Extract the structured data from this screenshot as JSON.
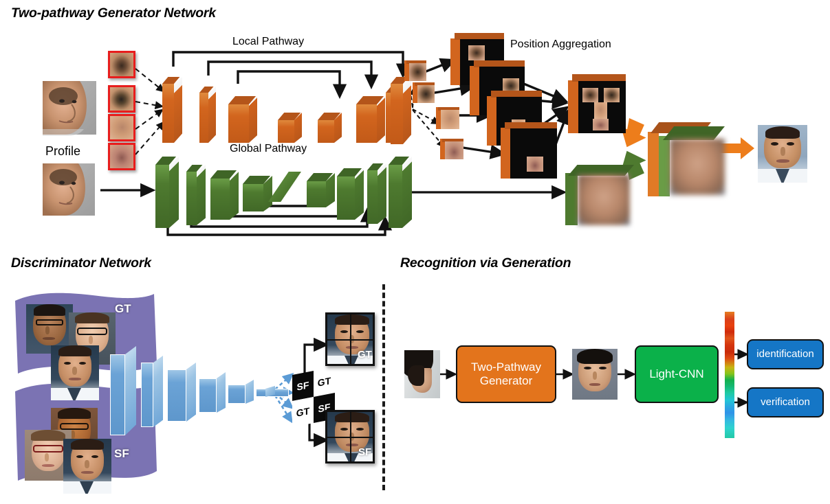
{
  "figure": {
    "kind": "neural-network-architecture-diagram",
    "background": "#ffffff"
  },
  "sections": {
    "generator": {
      "title": "Two-pathway Generator Network",
      "labels": {
        "local_pathway": "Local Pathway",
        "global_pathway": "Global Pathway",
        "position_aggregation": "Position Aggregation",
        "profile": "Profile"
      },
      "local_patches": [
        "left-eye-patch",
        "right-eye-patch",
        "nose-patch",
        "mouth-patch"
      ],
      "local_blocks": [
        {
          "w": 17,
          "h": 96,
          "d": 13
        },
        {
          "w": 13,
          "h": 74,
          "d": 12
        },
        {
          "w": 30,
          "h": 58,
          "d": 14
        },
        {
          "w": 22,
          "h": 30,
          "d": 13
        },
        {
          "w": 22,
          "h": 30,
          "d": 13
        },
        {
          "w": 30,
          "h": 58,
          "d": 14
        },
        {
          "w": 13,
          "h": 74,
          "d": 12
        },
        {
          "w": 17,
          "h": 96,
          "d": 13
        }
      ],
      "global_blocks": [
        {
          "w": 19,
          "h": 104,
          "d": 16
        },
        {
          "w": 14,
          "h": 82,
          "d": 14
        },
        {
          "w": 28,
          "h": 66,
          "d": 14
        },
        {
          "w": 30,
          "h": 44,
          "d": 14
        },
        {
          "w": 10,
          "h": 20,
          "d": 30
        },
        {
          "w": 28,
          "h": 42,
          "d": 14
        },
        {
          "w": 26,
          "h": 68,
          "d": 14
        },
        {
          "w": 14,
          "h": 82,
          "d": 14
        },
        {
          "w": 19,
          "h": 104,
          "d": 16
        }
      ],
      "aggregation_maps": [
        "eye-left-map",
        "eye-right-map",
        "nose-map",
        "mouth-map"
      ],
      "fused_map": "aggregated-parts-map",
      "colors": {
        "local_orange_face": "#d2651e",
        "local_orange_top": "#b4551a",
        "global_green_face": "#4e7a2f",
        "global_green_top": "#3f6526",
        "arrow_orange": "#ed7d1b",
        "arrow_green": "#4e7a2f"
      }
    },
    "discriminator": {
      "title": "Discriminator Network",
      "input_group_labels": [
        "GT",
        "SF"
      ],
      "blocks": [
        {
          "w": 20,
          "h": 112,
          "d": 16
        },
        {
          "w": 16,
          "h": 86,
          "d": 14
        },
        {
          "w": 28,
          "h": 68,
          "d": 14
        },
        {
          "w": 26,
          "h": 46,
          "d": 14
        },
        {
          "w": 26,
          "h": 28,
          "d": 12
        },
        {
          "w": 44,
          "h": 14,
          "d": 10
        }
      ],
      "grid_cells": [
        "SF",
        "GT",
        "GT",
        "SF"
      ],
      "output_labels": [
        "GT",
        "SF"
      ],
      "colors": {
        "block_face": "#6ba3d6",
        "block_top": "#a8cbe8",
        "banner_purple": "#7b73b3"
      }
    },
    "recognition": {
      "title": "Recognition via Generation",
      "generator_box": "Two-Pathway Generator",
      "cnn_box": "Light-CNN",
      "outputs": [
        "identification",
        "verification"
      ],
      "colors": {
        "generator": "#e3741c",
        "cnn": "#0bb14a",
        "output": "#1576c6"
      },
      "feature_bar": "jet-colormap-feature-vector"
    }
  }
}
